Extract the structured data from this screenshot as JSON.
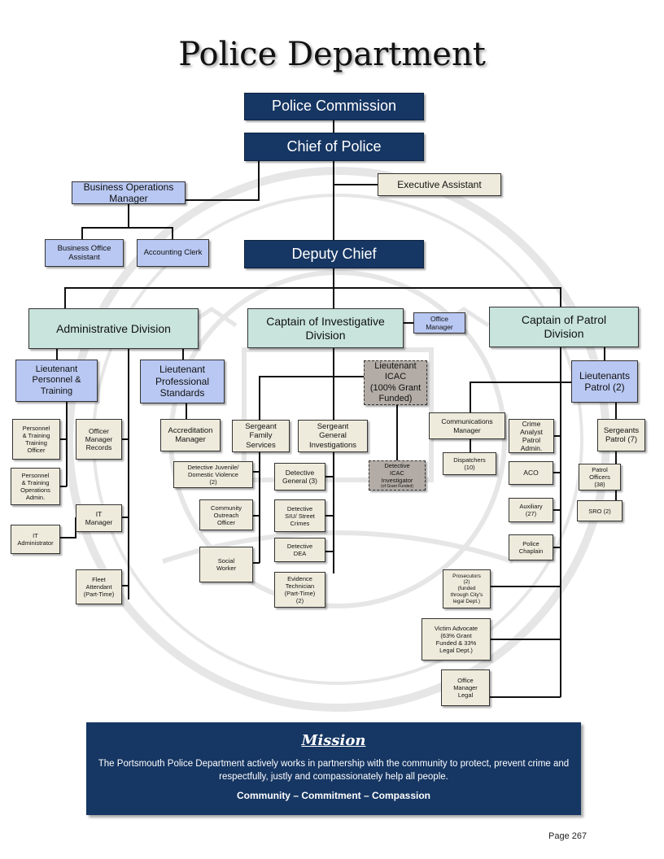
{
  "page": {
    "title": "Police Department",
    "page_number": "Page 267"
  },
  "nodes": {
    "police_commission": "Police Commission",
    "chief_of_police": "Chief of Police",
    "business_operations_manager": "Business Operations\nManager",
    "executive_assistant": "Executive Assistant",
    "business_office_assistant": "Business Office\nAssistant",
    "accounting_clerk": "Accounting Clerk",
    "deputy_chief": "Deputy Chief",
    "administrative_division": "Administrative Division",
    "captain_investigative": "Captain of Investigative\nDivision",
    "office_manager": "Office\nManager",
    "captain_patrol": "Captain of Patrol\nDivision",
    "lt_personnel_training": "Lieutenant\nPersonnel &\nTraining",
    "lt_professional_standards": "Lieutenant\nProfessional\nStandards",
    "lt_icac": "Lieutenant\nICAC\n(100% Grant\nFunded)",
    "lt_patrol": "Lieutenants\nPatrol (2)",
    "personnel_training_officer": "Personnel\n& Training\nTraining\nOfficer",
    "officer_manager_records": "Officer\nManager\nRecords",
    "accreditation_manager": "Accreditation\nManager",
    "sgt_family_services": "Sergeant\nFamily\nServices",
    "sgt_general_investigations": "Sergeant\nGeneral\nInvestigations",
    "communications_manager": "Communications\nManager",
    "crime_analyst": "Crime\nAnalyst\nPatrol\nAdmin.",
    "sergeants_patrol": "Sergeants\nPatrol (7)",
    "personnel_training_operations": "Personnel\n& Training\nOperations\nAdmin.",
    "detective_juvenile": "Detective Juvenile/\nDomestic Violence\n(2)",
    "detective_general": "Detective\nGeneral (3)",
    "detective_icac": "Detective\nICAC\nInvestigator",
    "detective_icac_note": "(of Grant Funded)",
    "dispatchers": "Dispatchers\n(10)",
    "aco": "ACO",
    "patrol_officers": "Patrol\nOfficers\n(38)",
    "it_manager": "IT\nManager",
    "it_administrator": "IT\nAdministrator",
    "community_outreach": "Community\nOutreach\nOfficer",
    "detective_siu": "Detective\nSIU/ Street\nCrimes",
    "auxiliary": "Auxiliary\n(27)",
    "sro": "SRO (2)",
    "detective_dea": "Detective\nDEA",
    "police_chaplain": "Police\nChaplain",
    "social_worker": "Social\nWorker",
    "fleet_attendant": "Fleet\nAttendant\n(Part-Time)",
    "evidence_technician": "Evidence\nTechnician\n(Part-Time)\n(2)",
    "prosecutors": "Prosecutors\n(2)\n(funded\nthrough City's\nlegal Dept.)",
    "victim_advocate": "Victim Advocate\n(63% Grant\nFunded & 33%\nLegal Dept.)",
    "office_manager_legal": "Office\nManager\nLegal"
  },
  "mission": {
    "title": "Mission",
    "text": "The Portsmouth Police Department actively works in partnership with the community to protect, prevent crime and respectfully, justly and compassionately help all people.",
    "values": "Community – Commitment – Compassion"
  },
  "colors": {
    "navy": "#163663",
    "light_blue": "#b9c8f2",
    "teal": "#c8e4dc",
    "beige": "#efebdc",
    "grey": "#b3aca6"
  }
}
